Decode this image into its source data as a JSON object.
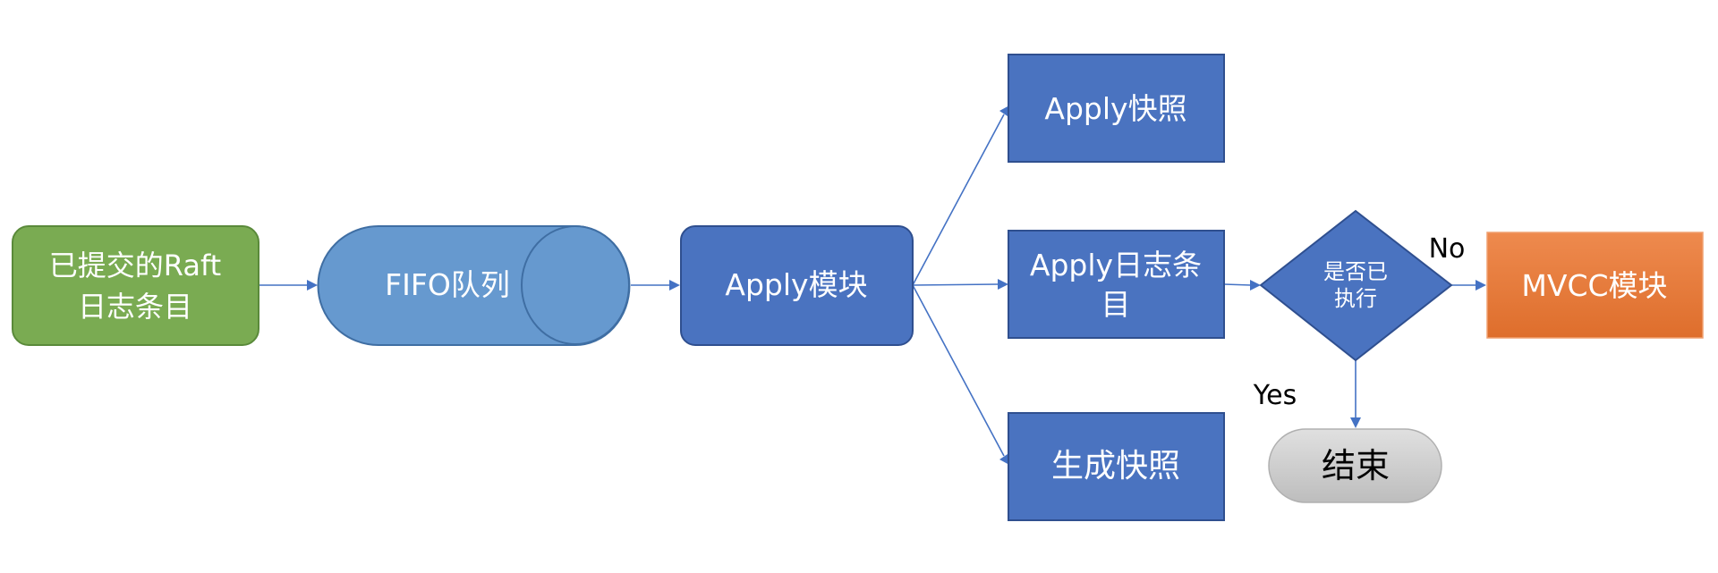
{
  "diagram": {
    "nodes": {
      "committed_log": {
        "lines": [
          "已提交的Raft",
          "日志条目"
        ]
      },
      "fifo_queue": {
        "label": "FIFO队列"
      },
      "apply_module": {
        "label": "Apply模块"
      },
      "apply_snapshot": {
        "label": "Apply快照"
      },
      "apply_log_entry": {
        "lines": [
          "Apply日志条",
          "目"
        ]
      },
      "generate_snapshot": {
        "label": "生成快照"
      },
      "executed_decision": {
        "lines": [
          "是否已",
          "执行"
        ]
      },
      "mvcc_module": {
        "label": "MVCC模块"
      },
      "end": {
        "label": "结束"
      }
    },
    "edge_labels": {
      "no": "No",
      "yes": "Yes"
    },
    "colors": {
      "green_fill": "#7aab52",
      "green_stroke": "#5a8a3a",
      "light_blue_fill": "#6699cf",
      "blue_fill": "#4a73c0",
      "blue_stroke": "#2f4f8f",
      "orange_fill": "#e8793a",
      "gray_fill": "#cccccc",
      "edge": "#4472c4"
    }
  }
}
